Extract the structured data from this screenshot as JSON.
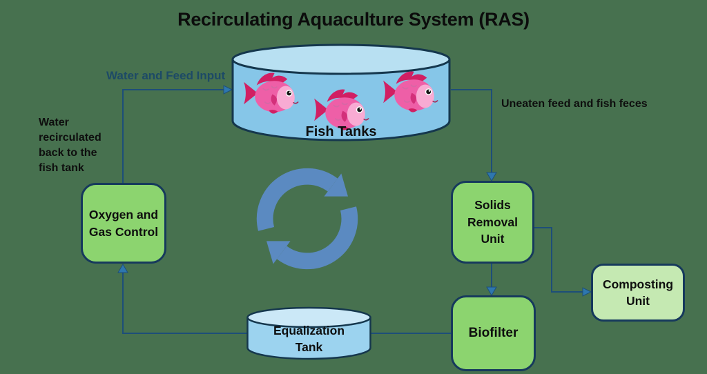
{
  "title": "Recirculating Aquaculture System (RAS)",
  "nodes": {
    "fish_tanks": {
      "label": "Fish Tanks"
    },
    "oxygen": {
      "label": "Oxygen and\nGas Control"
    },
    "solids": {
      "label": "Solids\nRemoval\nUnit"
    },
    "biofilter": {
      "label": "Biofilter"
    },
    "composting": {
      "label": "Composting\nUnit"
    },
    "equalization": {
      "label": "Equalization\nTank"
    }
  },
  "edge_labels": {
    "water_feed_input": "Water and Feed Input",
    "uneaten_feed": "Uneaten feed and fish feces",
    "water_recirculated": "Water\nrecirculated\nback to the\nfish tank"
  },
  "icons": {
    "recycle": "recycle-arrows-icon",
    "fish": "fish-icon"
  },
  "colors": {
    "background": "#47714f",
    "box_green": "#8cd46f",
    "box_light_green": "#c5e9b2",
    "box_border": "#16395c",
    "tank_body_blue": "#86c6e8",
    "tank_top_blue": "#b8e0f2",
    "tank_outline": "#15374d",
    "connector_line": "#1d4e79",
    "arrowhead_blue": "#2e77ae",
    "edge_label_blue": "#1d4a66",
    "recycle_blue": "#5b8ac1",
    "fish_pink": "#ee5fa7",
    "fish_face_pink": "#f8abd3",
    "fish_fin_crimson": "#d11f63",
    "text_black": "#0e0e0e"
  }
}
